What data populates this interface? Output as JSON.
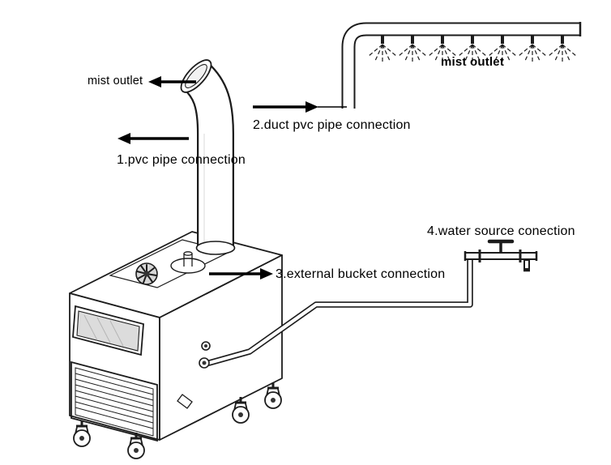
{
  "diagram": {
    "background_color": "#ffffff",
    "line_color": "#1c1c1c",
    "labels": {
      "mist_outlet_left": "mist outlet",
      "pvc_pipe_connection": "1.pvc pipe connection",
      "duct_pvc_pipe_connection": "2.duct pvc pipe connection",
      "mist_outlet_right": "mist outlet",
      "external_bucket_connection": "3.external bucket connection",
      "water_source_connection": "4.water source conection"
    },
    "components": {
      "machine": "ultrasonic-humidifier-unit",
      "spray_nozzle_count": 7
    }
  }
}
